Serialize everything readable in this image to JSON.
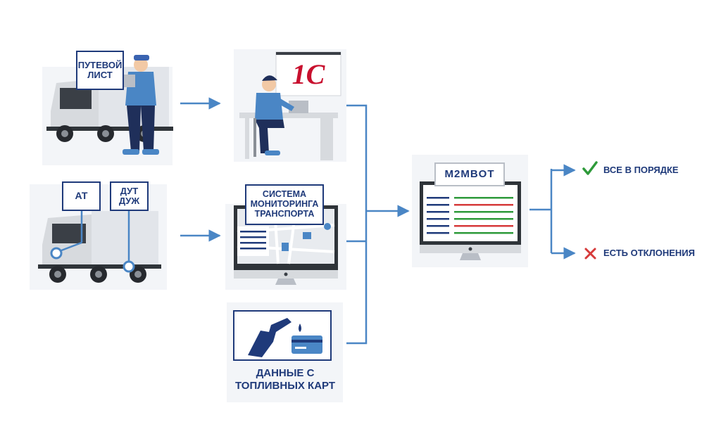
{
  "labels": {
    "waybill": "ПУТЕВОЙ\nЛИСТ",
    "at": "АТ",
    "dut": "ДУТ\nДУЖ",
    "monitoring": "СИСТЕМА\nМОНИТОРИНГА\nТРАНСПОРТА",
    "fuel_cards": "ДАННЫЕ С\nТОПЛИВНЫХ КАРТ",
    "logo_1c": "1С",
    "m2m_logo": "M2MBOT"
  },
  "results": {
    "ok": "ВСЕ В ПОРЯДКЕ",
    "deviation": "ЕСТЬ ОТКЛОНЕНИЯ"
  },
  "icons": {
    "ok": "check-icon",
    "deviation": "cross-icon"
  },
  "colors": {
    "navy": "#1f3a7a",
    "arrow": "#4a86c5",
    "ok": "#2e9a3a",
    "deviation": "#d63a3a",
    "red_1c": "#c8102e"
  }
}
